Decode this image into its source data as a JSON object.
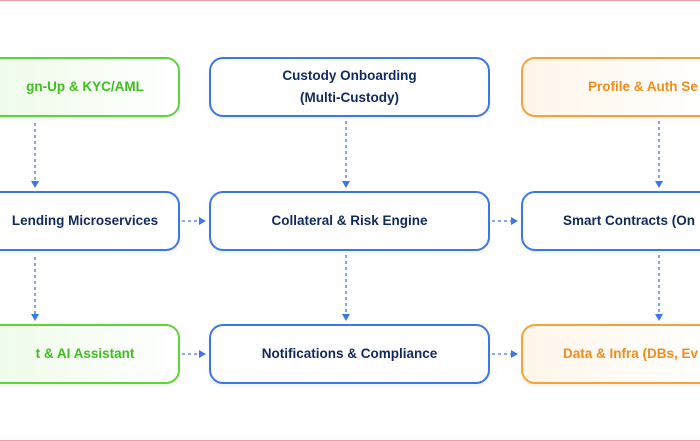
{
  "colors": {
    "arrow": "#3b78e7",
    "blue_border": "#3b78e7",
    "blue_text": "#0f2a5c",
    "green_border": "#5fd33a",
    "green_text": "#3fbf1f",
    "orange_border": "#f5a23a",
    "orange_text": "#f08c1a"
  },
  "nodes": {
    "signup": {
      "label": "gn-Up & KYC/AML"
    },
    "custody": {
      "line1": "Custody Onboarding",
      "line2": "(Multi-Custody)"
    },
    "profile": {
      "label": "Profile & Auth Se"
    },
    "lending": {
      "label": "Lending Microservices"
    },
    "collateral": {
      "label": "Collateral & Risk Engine"
    },
    "smart": {
      "label": "Smart Contracts (On"
    },
    "assistant": {
      "label": "t & AI Assistant"
    },
    "notifications": {
      "label": "Notifications & Compliance"
    },
    "data": {
      "label": "Data & Infra (DBs, Ev"
    }
  }
}
